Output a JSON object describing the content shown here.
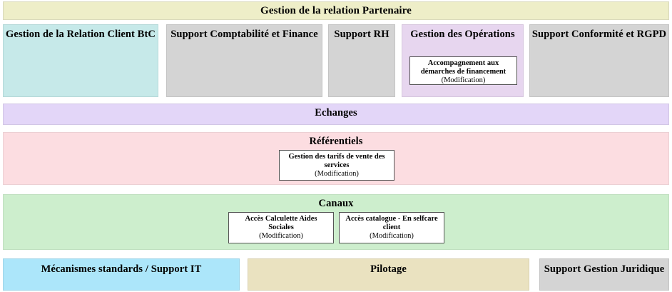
{
  "header": {
    "title": "Gestion de la relation Partenaire",
    "color": "#eeeec8"
  },
  "row1": [
    {
      "label": "Gestion de la Relation Client BtC",
      "color": "#c6e9e9",
      "subboxes": []
    },
    {
      "label": "Support Comptabilité et Finance",
      "color": "#d4d4d4",
      "subboxes": []
    },
    {
      "label": "Support RH",
      "color": "#d4d4d4",
      "subboxes": []
    },
    {
      "label": "Gestion des Opérations",
      "color": "#e7d6ef",
      "subboxes": [
        {
          "title": "Accompagnement aux démarches de financement",
          "state": "(Modification)"
        }
      ]
    },
    {
      "label": "Support Conformité et RGPD",
      "color": "#d4d4d4",
      "subboxes": []
    }
  ],
  "bands": [
    {
      "label": "Echanges",
      "color": "#e3d6f8",
      "subboxes": []
    },
    {
      "label": "Référentiels",
      "color": "#fcdde1",
      "subboxes": [
        {
          "title": "Gestion des tarifs de vente des services",
          "state": "(Modification)"
        }
      ]
    },
    {
      "label": "Canaux",
      "color": "#cdeecd",
      "subboxes": [
        {
          "title": "Accès Calculette Aides Sociales",
          "state": "(Modification)"
        },
        {
          "title": "Accès catalogue - En selfcare client",
          "state": "(Modification)"
        }
      ]
    }
  ],
  "row3": [
    {
      "label": "Mécanismes standards / Support IT",
      "color": "#ace6fa"
    },
    {
      "label": "Pilotage",
      "color": "#eae2c0"
    },
    {
      "label": "Support Gestion Juridique",
      "color": "#d4d4d4"
    }
  ]
}
